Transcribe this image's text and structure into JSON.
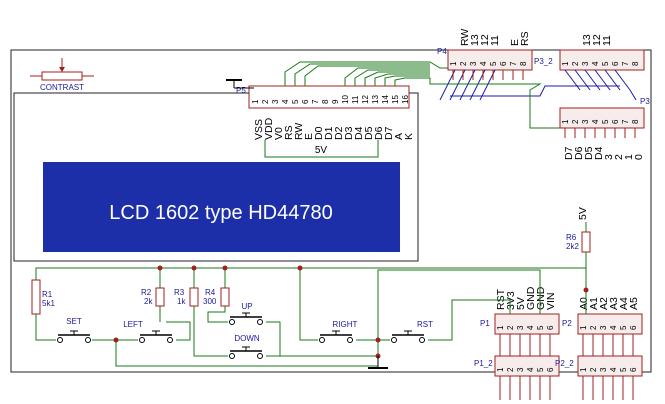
{
  "title": "Arduino LCD Keypad Shield schematic",
  "lcd": {
    "caption": "LCD 1602 type HD44780",
    "connector": "P5",
    "pins": [
      "1",
      "2",
      "3",
      "4",
      "5",
      "6",
      "7",
      "8",
      "9",
      "10",
      "11",
      "12",
      "13",
      "14",
      "15",
      "16"
    ],
    "signals": [
      "VSS",
      "VDD",
      "V0",
      "RS",
      "RW",
      "E",
      "D0",
      "D1",
      "D2",
      "D3",
      "D4",
      "D5",
      "D6",
      "D7",
      "A",
      "K"
    ],
    "supply_label": "5V"
  },
  "contrast": {
    "label": "CONTRAST"
  },
  "headers": {
    "P4": {
      "name": "P4",
      "pins": [
        "1",
        "2",
        "3",
        "4",
        "5",
        "6",
        "7",
        "8"
      ],
      "signals": [
        "RW",
        "13",
        "12",
        "11",
        "E",
        "RS"
      ]
    },
    "P3_2": {
      "name": "P3_2",
      "pins": [
        "1",
        "2",
        "3",
        "4",
        "5",
        "6",
        "7",
        "8"
      ],
      "signals": [
        "13",
        "12",
        "11"
      ]
    },
    "P3": {
      "name": "P3",
      "pins": [
        "1",
        "2",
        "3",
        "4",
        "5",
        "6",
        "7",
        "8"
      ],
      "signals": [
        "D7",
        "D6",
        "D5",
        "D4",
        "3",
        "2",
        "1",
        "0"
      ]
    },
    "P1": {
      "name": "P1",
      "pins": [
        "1",
        "2",
        "3",
        "4",
        "5",
        "6"
      ],
      "signals": [
        "RST",
        "3V3",
        "5V",
        "GND",
        "GND",
        "VIN"
      ]
    },
    "P1_2": {
      "name": "P1_2",
      "pins": [
        "1",
        "2",
        "3",
        "4",
        "5",
        "6"
      ]
    },
    "P2": {
      "name": "P2",
      "pins": [
        "1",
        "2",
        "3",
        "4",
        "5",
        "6"
      ],
      "signals": [
        "A0",
        "A1",
        "A2",
        "A3",
        "A4",
        "A5"
      ]
    },
    "P2_2": {
      "name": "P2_2",
      "pins": [
        "1",
        "2",
        "3",
        "4",
        "5",
        "6"
      ]
    }
  },
  "resistors": [
    {
      "name": "R1",
      "value": "5k1"
    },
    {
      "name": "R2",
      "value": "2k"
    },
    {
      "name": "R3",
      "value": "1k"
    },
    {
      "name": "R4",
      "value": "300"
    },
    {
      "name": "R6",
      "value": "2k2"
    }
  ],
  "r6_supply": "5V",
  "buttons": [
    "SET",
    "LEFT",
    "UP",
    "DOWN",
    "RIGHT",
    "RST"
  ],
  "colors": {
    "wire": "#1a7a1a",
    "bus": "#1a1ab0",
    "lcd_blue": "#1c2fa8",
    "component": "#a0201f",
    "outline": "#202020"
  }
}
